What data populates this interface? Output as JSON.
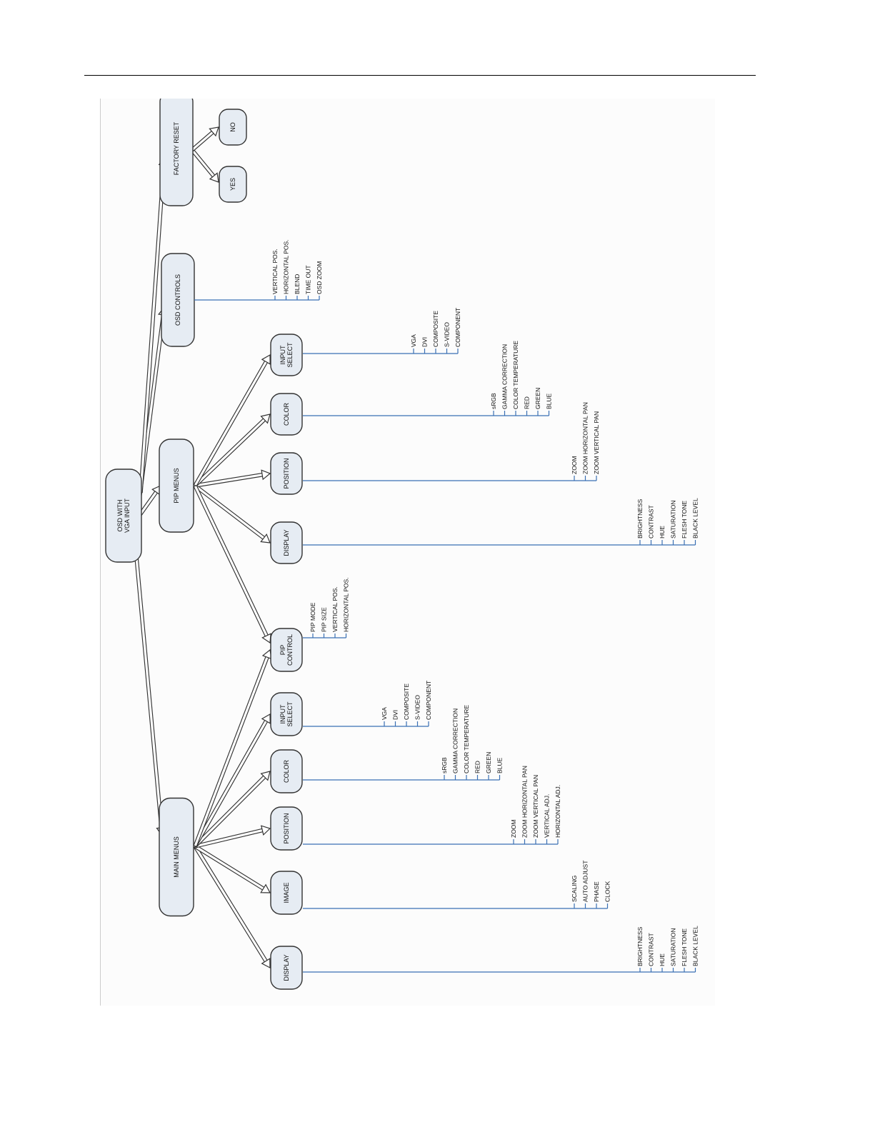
{
  "root": {
    "label_lines": [
      "OSD WITH",
      "VGA INPUT"
    ]
  },
  "top_menus": {
    "main": {
      "label": "MAIN MENUS"
    },
    "pip": {
      "label": "PIP MENUS"
    },
    "osd": {
      "label": "OSD CONTROLS"
    },
    "factory": {
      "label": "FACTORY RESET"
    }
  },
  "factory_options": [
    {
      "id": "yes",
      "label": "YES"
    },
    {
      "id": "no",
      "label": "NO"
    }
  ],
  "osd_items": [
    "VERTICAL POS.",
    "HORIZONTAL POS.",
    "BLEND",
    "TIME OUT",
    "OSD ZOOM"
  ],
  "main_children": [
    {
      "id": "display",
      "label_lines": [
        "DISPLAY"
      ],
      "items": [
        "BRIGHTNESS",
        "CONTRAST",
        "HUE",
        "SATURATION",
        "FLESH TONE",
        "BLACK LEVEL"
      ]
    },
    {
      "id": "image",
      "label_lines": [
        "IMAGE"
      ],
      "items": [
        "SCALING",
        "AUTO ADJUST",
        "PHASE",
        "CLOCK"
      ]
    },
    {
      "id": "position",
      "label_lines": [
        "POSITION"
      ],
      "items": [
        "ZOOM",
        "ZOOM HORIZONTAL PAN",
        "ZOOM VERTICAL PAN",
        "VERTICAL ADJ.",
        "HORIZONTAL ADJ."
      ]
    },
    {
      "id": "color",
      "label_lines": [
        "COLOR"
      ],
      "items": [
        "sRGB",
        "GAMMA CORRECTION",
        "COLOR TEMPERATURE",
        "RED",
        "GREEN",
        "BLUE"
      ]
    },
    {
      "id": "input-select",
      "label_lines": [
        "INPUT",
        "SELECT"
      ],
      "items": [
        "VGA",
        "DVI",
        "COMPOSITE",
        "S-VIDEO",
        "COMPONENT"
      ]
    },
    {
      "id": "pip-control",
      "label_lines": [
        "PIP",
        "CONTROL"
      ],
      "items": [
        "PIP MODE",
        "PIP SIZE",
        "VERTICAL POS.",
        "HORIZONTAL POS."
      ]
    }
  ],
  "pip_children": [
    {
      "id": "display",
      "label_lines": [
        "DISPLAY"
      ],
      "items": [
        "BRIGHTNESS",
        "CONTRAST",
        "HUE",
        "SATURATION",
        "FLESH TONE",
        "BLACK LEVEL"
      ]
    },
    {
      "id": "position",
      "label_lines": [
        "POSITION"
      ],
      "items": [
        "ZOOM",
        "ZOOM HORIZONTAL PAN",
        "ZOOM VERTICAL PAN"
      ]
    },
    {
      "id": "color",
      "label_lines": [
        "COLOR"
      ],
      "items": [
        "sRGB",
        "GAMMA CORRECTION",
        "COLOR TEMPERATURE",
        "RED",
        "GREEN",
        "BLUE"
      ]
    },
    {
      "id": "input-select",
      "label_lines": [
        "INPUT",
        "SELECT"
      ],
      "items": [
        "VGA",
        "DVI",
        "COMPOSITE",
        "S-VIDEO",
        "COMPONENT"
      ]
    }
  ]
}
